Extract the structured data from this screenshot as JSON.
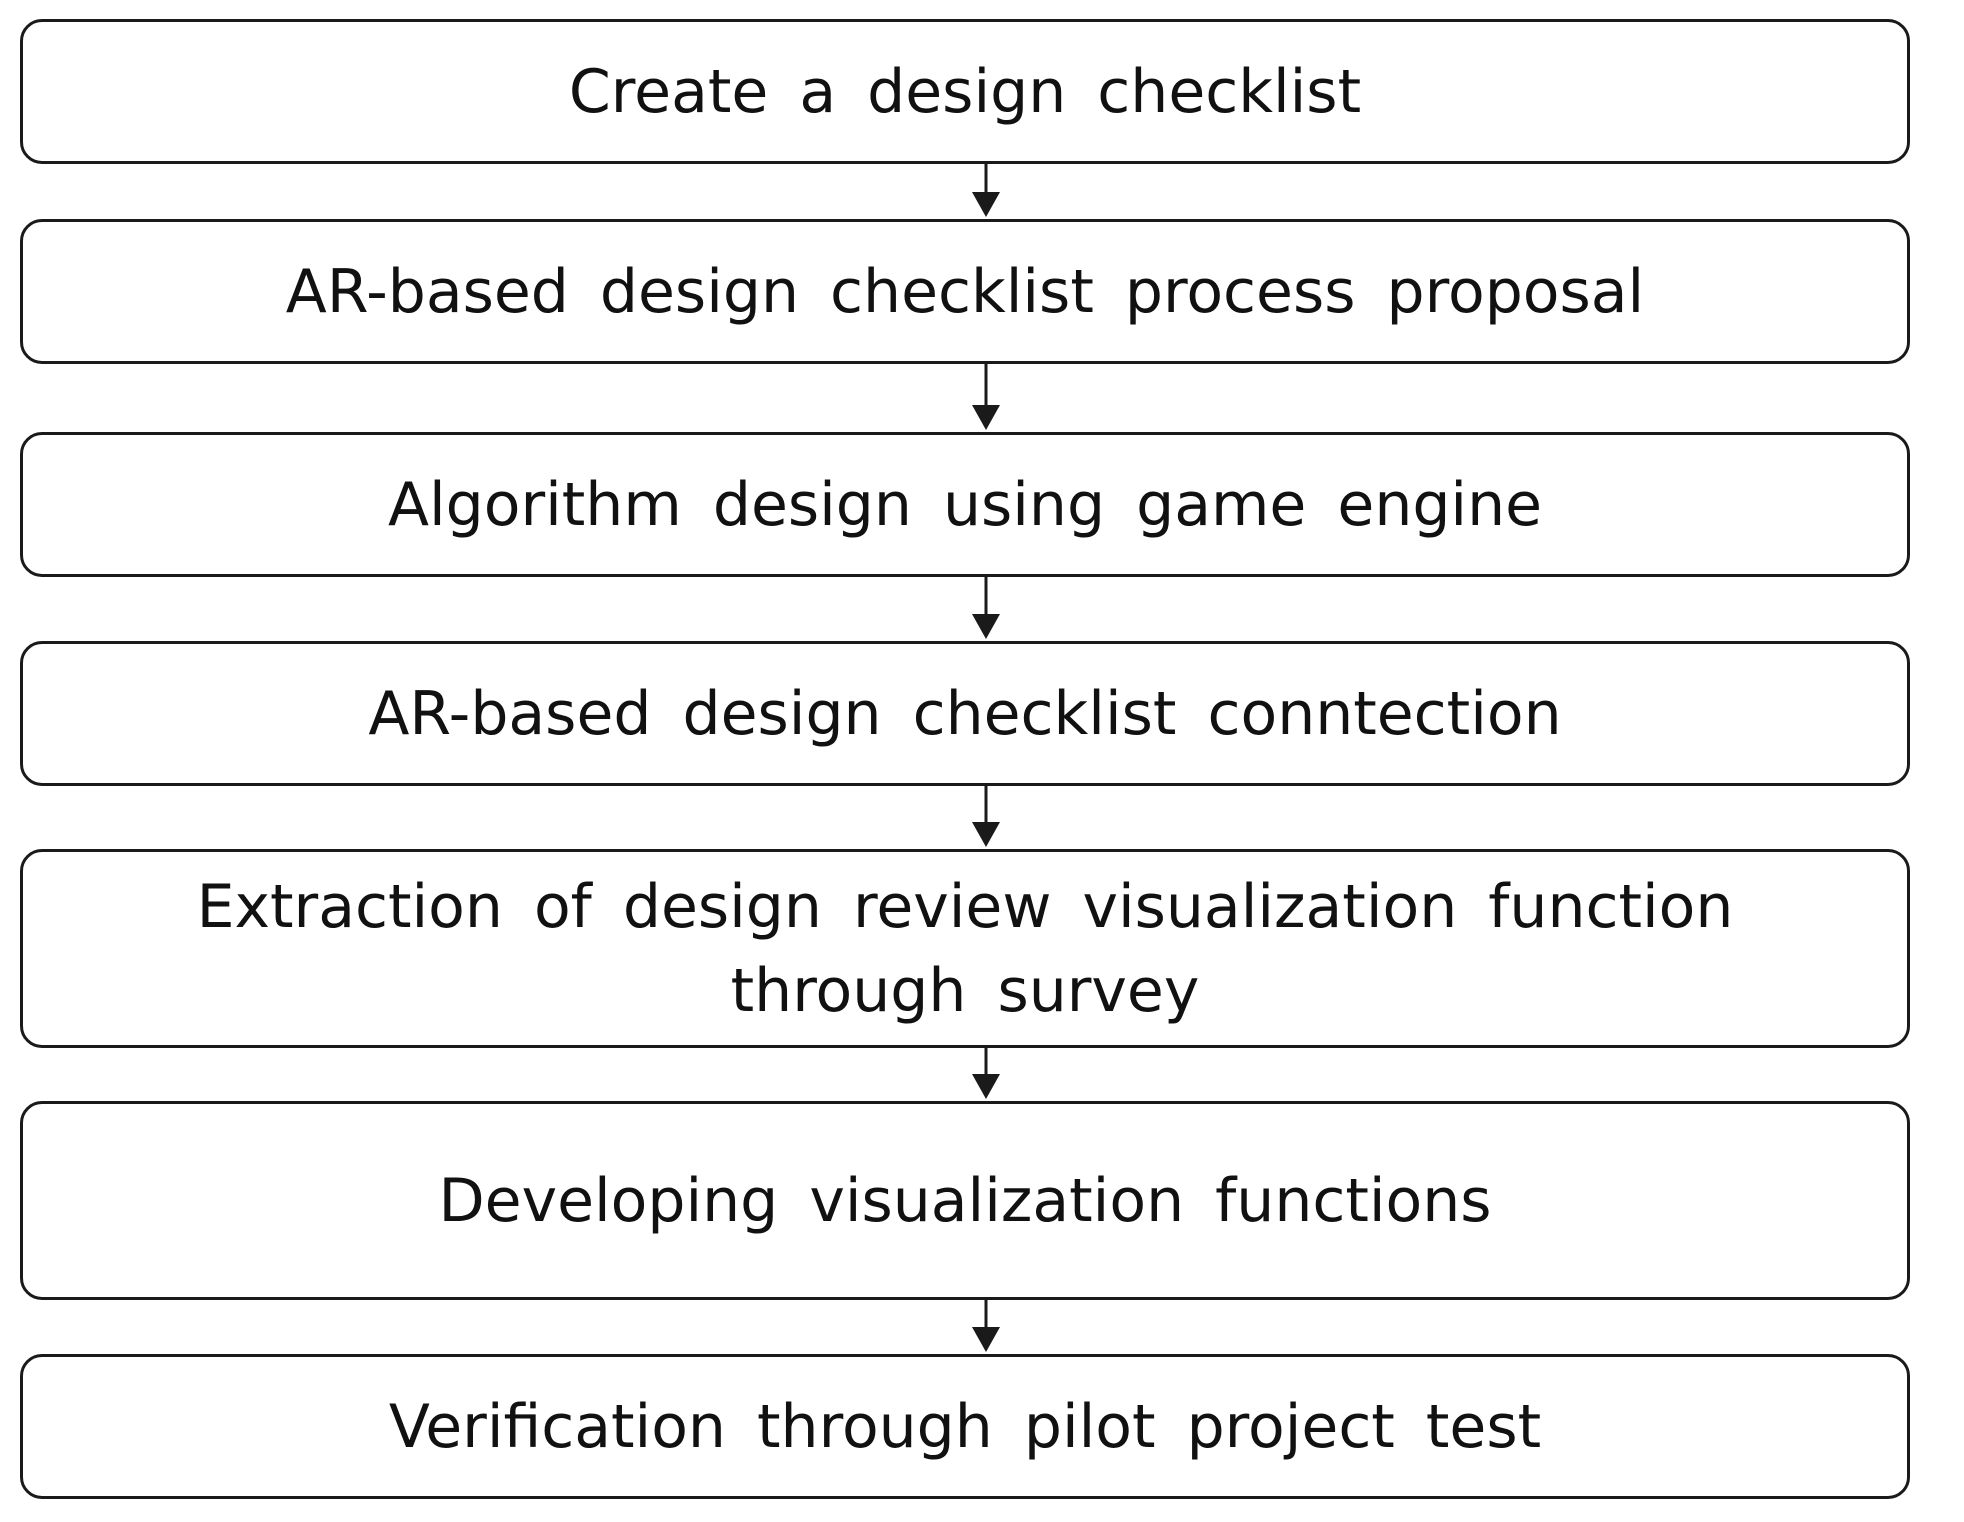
{
  "diagram": {
    "steps": [
      {
        "label": "Create a design checklist"
      },
      {
        "label": "AR-based design checklist process proposal"
      },
      {
        "label": "Algorithm design using game engine"
      },
      {
        "label": "AR-based design checklist conntection"
      },
      {
        "label": "Extraction of design review visualization function through survey"
      },
      {
        "label": "Developing visualization functions"
      },
      {
        "label": "Verification through pilot project test"
      }
    ],
    "colors": {
      "stroke": "#1a1a1a",
      "text": "#111111",
      "background": "#ffffff"
    }
  }
}
